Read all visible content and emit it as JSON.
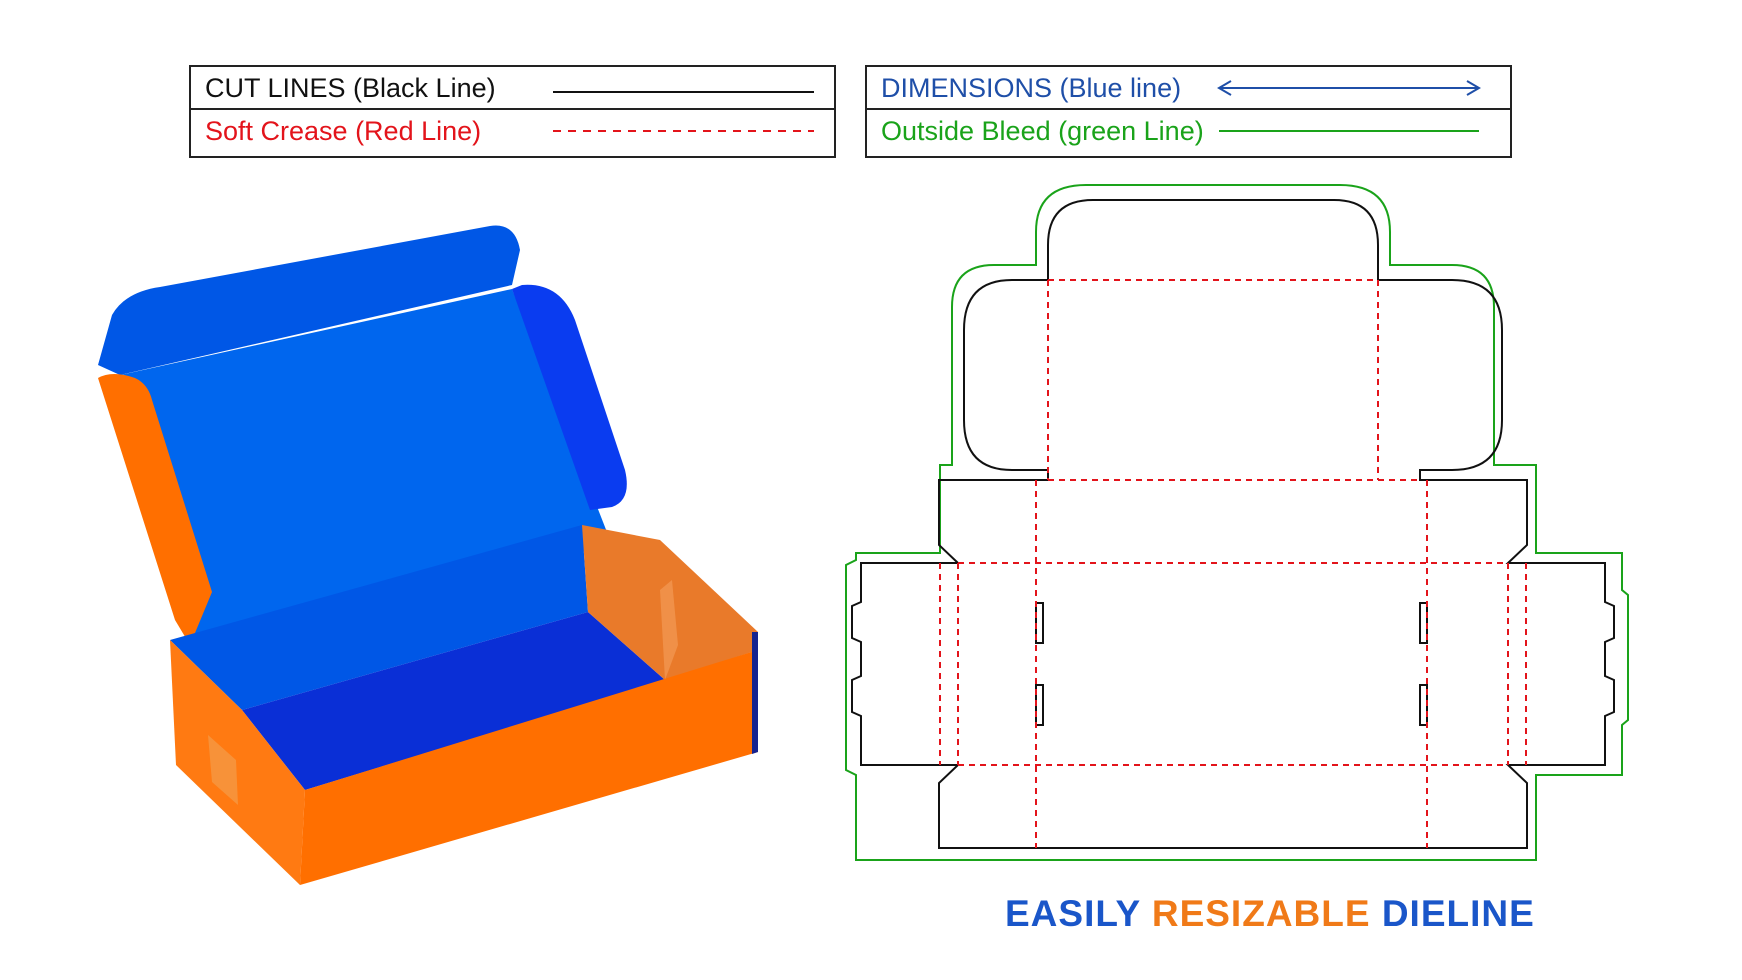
{
  "legend": {
    "cut_lines": "CUT LINES (Black Line)",
    "soft_crease": "Soft Crease (Red Line)",
    "dimensions": "DIMENSIONS (Blue line)",
    "outside_bleed": "Outside Bleed (green Line)"
  },
  "tagline": {
    "word1": "EASILY",
    "word2": "RESIZABLE",
    "word3": "DIELINE"
  },
  "colors": {
    "cut": "#111111",
    "crease": "#e3141b",
    "dimension": "#1f4fa8",
    "bleed": "#1aa31a",
    "box_orange": "#ff6f00",
    "box_blue": "#0057e6",
    "box_blue_inner": "#0a2fd6",
    "tag_blue": "#1a56c9",
    "tag_orange": "#f07a18"
  },
  "icons": {
    "dimension_line": "double-arrow-icon",
    "box_render": "open-mailer-box-illustration"
  }
}
